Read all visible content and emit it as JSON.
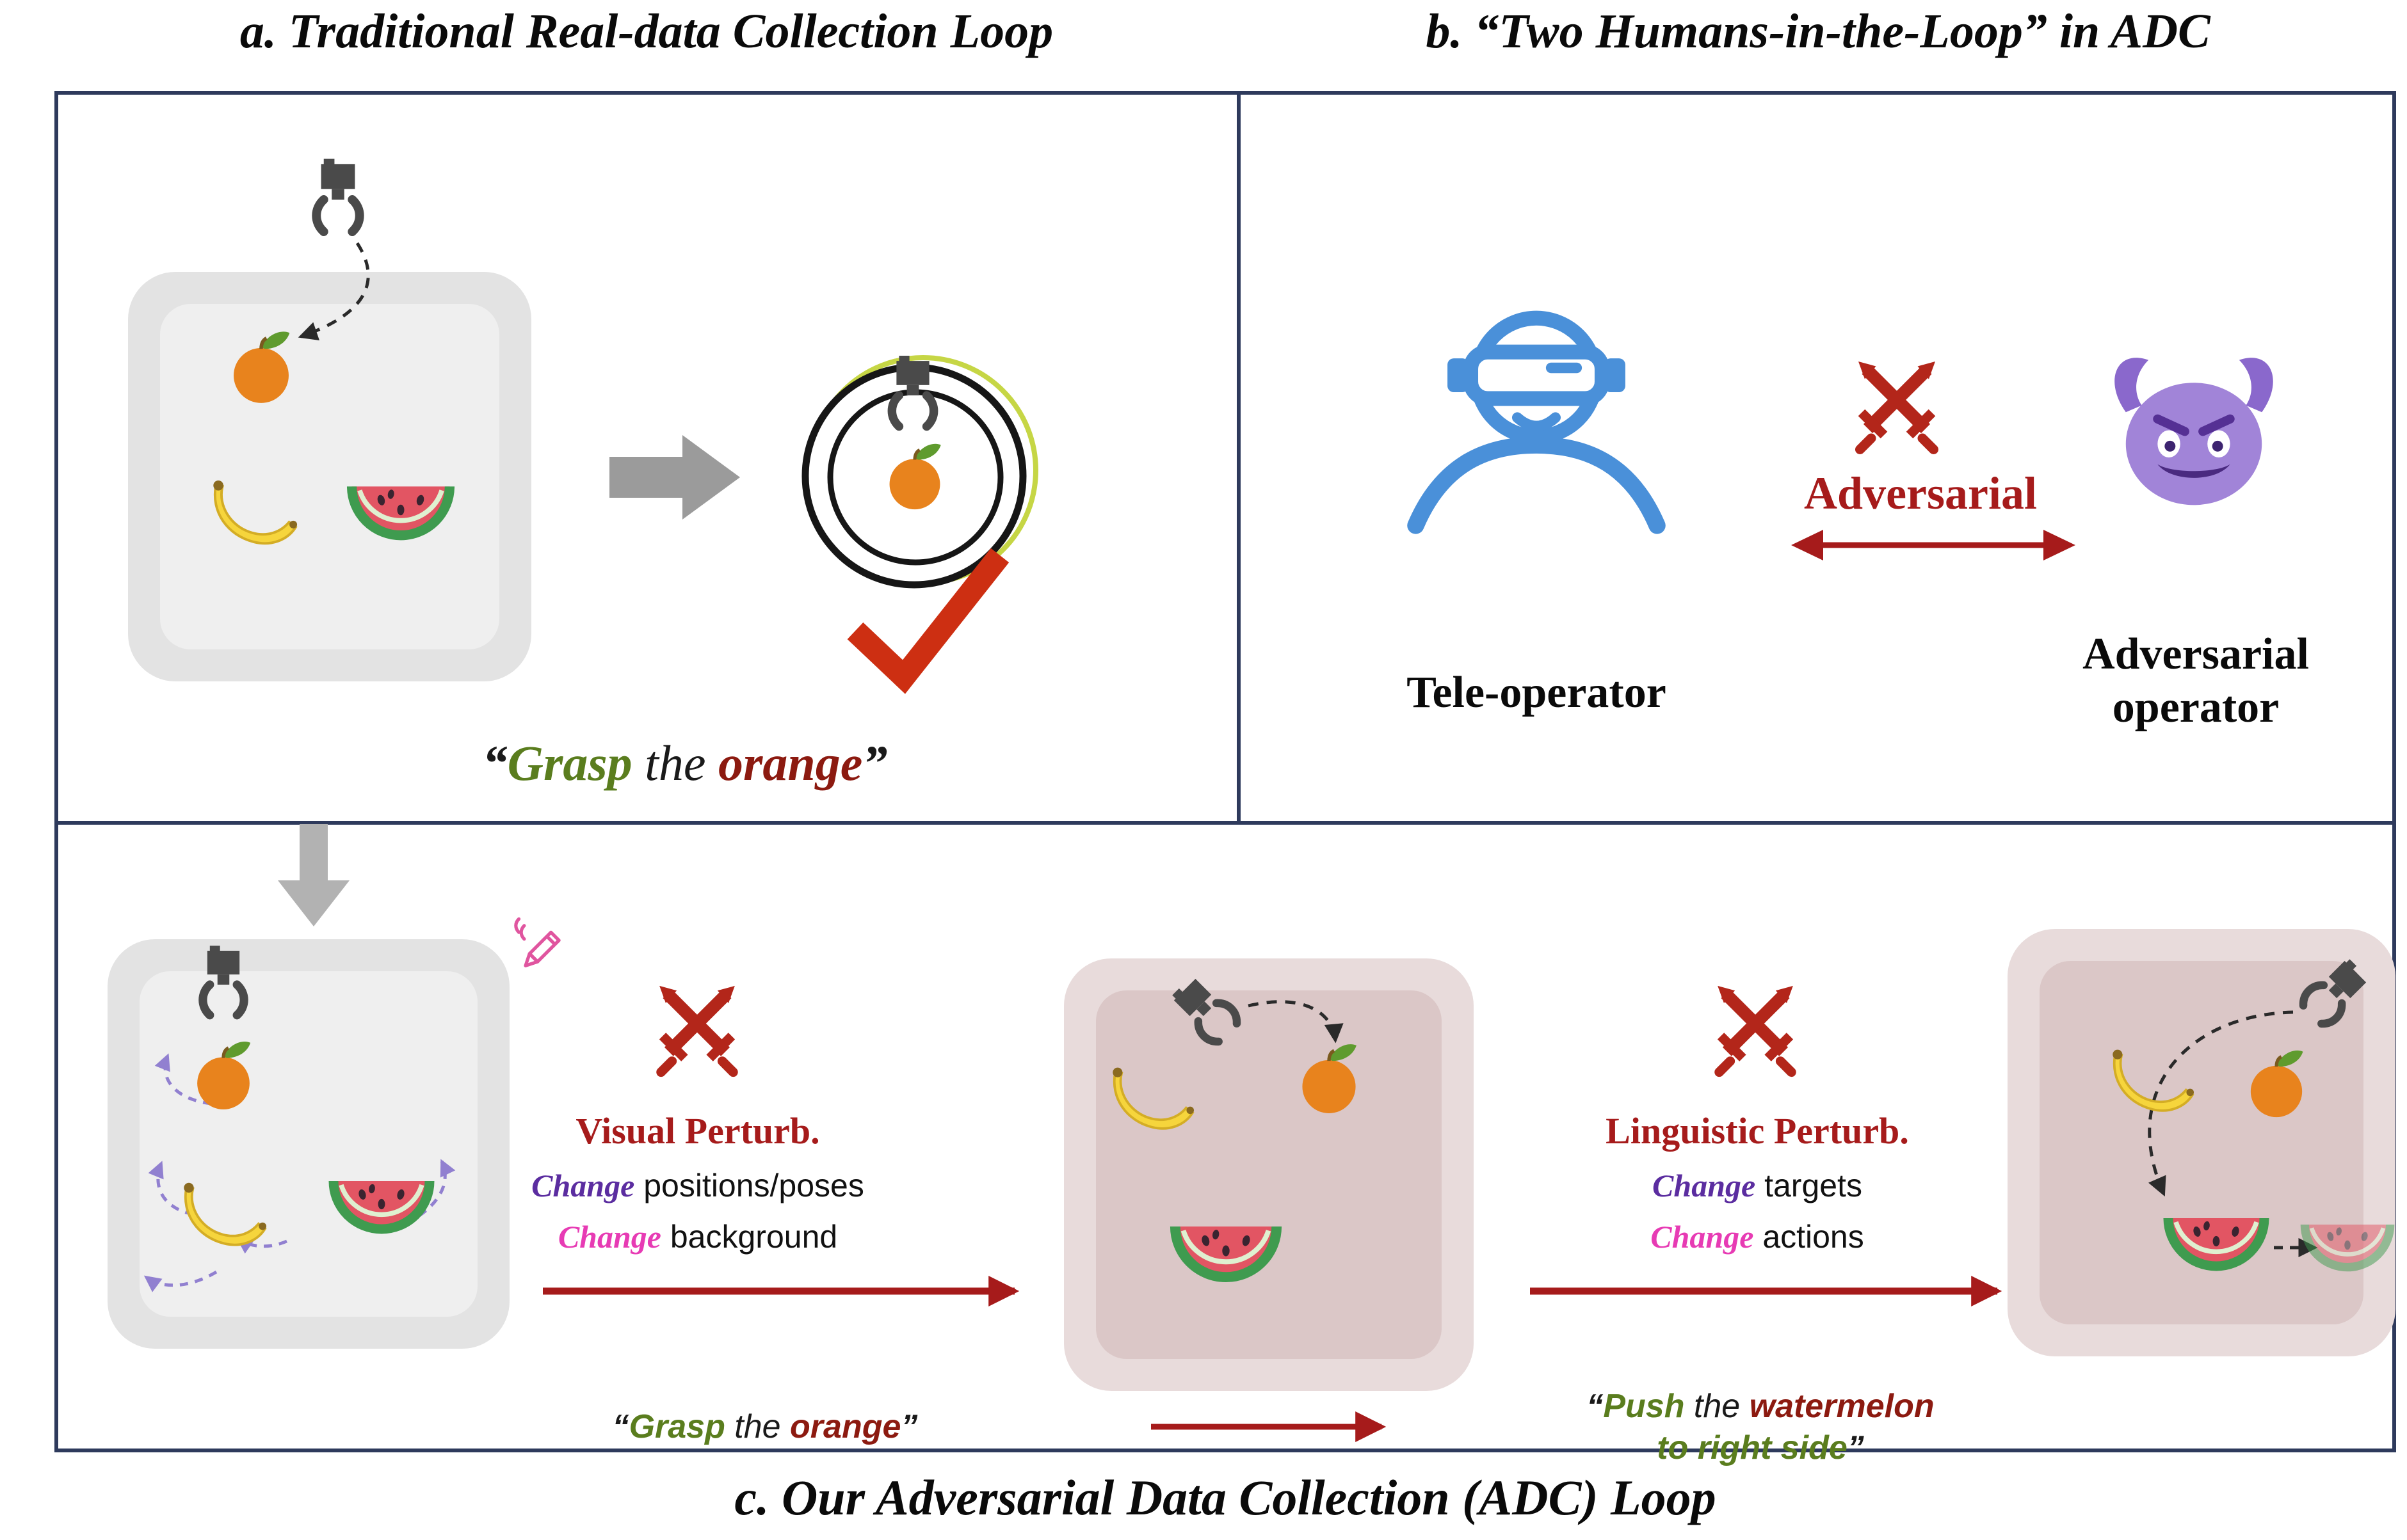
{
  "palette": {
    "border_navy": "#2e3a5c",
    "dark_red": "#a61b1b",
    "bright_red_check": "#cd2f12",
    "green_text": "#5a7d1e",
    "maroon_text": "#8c1a10",
    "purple_change": "#5b2da0",
    "magenta_change": "#e73bb4",
    "blue_operator": "#4a90d9",
    "devil_purple": "#a184d8",
    "gray_bin": "#e3e3e3",
    "pink_bin": "#e8dbdb",
    "gripper_gray": "#4a4a4a",
    "purple_arrow": "#9180d0"
  },
  "titles": {
    "panel_a": "a. Traditional Real-data Collection Loop",
    "panel_b": "b. “Two Humans-in-the-Loop” in ADC",
    "panel_c": "c. Our Adversarial Data Collection (ADC) Loop"
  },
  "panel_a": {
    "caption": {
      "open_quote": "“",
      "word_grasp": "Grasp",
      "word_the": " the ",
      "word_orange": "orange",
      "close_quote": "”"
    }
  },
  "panel_b": {
    "adversarial": "Adversarial",
    "tele_operator": "Tele-operator",
    "adv_operator_line1": "Adversarial",
    "adv_operator_line2": "operator"
  },
  "panel_c": {
    "visual": {
      "title": "Visual Perturb.",
      "change1": "Change",
      "rest1": " positions/poses",
      "change2": "Change",
      "rest2": " background"
    },
    "linguistic": {
      "title": "Linguistic Perturb.",
      "change1": "Change",
      "rest1": " targets",
      "change2": "Change",
      "rest2": " actions"
    },
    "caption_grasp": {
      "open_quote": "“",
      "word_grasp": "Grasp",
      "word_the": " the ",
      "word_orange": "orange",
      "close_quote": "”"
    },
    "caption_push": {
      "open_quote": "“",
      "word_push": "Push",
      "word_the": " the ",
      "word_watermelon": "watermelon",
      "line2": "to right side",
      "close_quote": "”"
    }
  }
}
